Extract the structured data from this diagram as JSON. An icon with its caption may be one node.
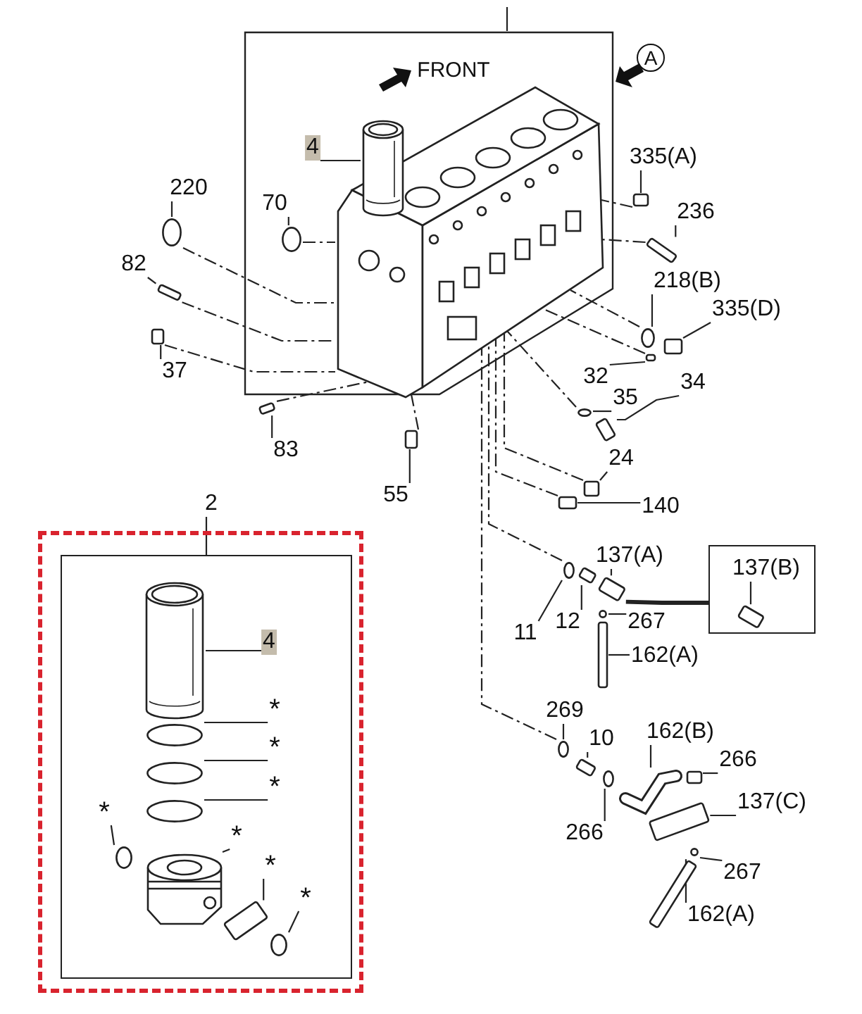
{
  "diagram": {
    "nodes": [
      {
        "text": [],
        "shape": "box"
      },
      {
        "text": [],
        "shape": "picture",
        "in": 0
      },
      {
        "text": [],
        "shape": "picture",
        "in": 0
      },
      {
        "text": [
          "4"
        ],
        "in": 0
      },
      {
        "text": [
          "335(A)"
        ]
      },
      {
        "text": [],
        "shape": "box"
      },
      {
        "text": [
          "220"
        ]
      },
      {
        "text": [],
        "shape": "circle"
      },
      {
        "text": [
          "70"
        ],
        "in": 0
      },
      {
        "text": [],
        "shape": "circle",
        "in": 0
      },
      {
        "text": [
          "236"
        ]
      },
      {
        "text": [],
        "shape": "box"
      },
      {
        "text": [
          "82"
        ]
      },
      {
        "text": [],
        "shape": "box"
      },
      {
        "text": [
          "218(B)"
        ]
      },
      {
        "text": [],
        "shape": "circle"
      },
      {
        "text": [
          "335(D)"
        ]
      },
      {
        "text": [],
        "shape": "box"
      },
      {
        "text": [
          "32"
        ]
      },
      {
        "text": [],
        "shape": "box"
      },
      {
        "text": [
          "37"
        ]
      },
      {
        "text": [],
        "shape": "box"
      },
      {
        "text": [
          "34"
        ]
      },
      {
        "text": [
          "35"
        ]
      },
      {
        "text": [],
        "shape": "circle"
      },
      {
        "text": [],
        "shape": "box"
      },
      {
        "text": [
          "83"
        ]
      },
      {
        "text": [],
        "shape": "box"
      },
      {
        "text": [
          "24"
        ]
      },
      {
        "text": [],
        "shape": "box"
      },
      {
        "text": [
          "55"
        ]
      },
      {
        "text": [],
        "shape": "box"
      },
      {
        "text": [
          "140"
        ]
      },
      {
        "text": [],
        "shape": "box"
      },
      {
        "text": [
          "2"
        ]
      },
      {
        "text": [],
        "shape": "box"
      },
      {
        "text": [],
        "shape": "box",
        "in": 35
      },
      {
        "text": [],
        "shape": "picture",
        "in": 36
      },
      {
        "text": [
          "4"
        ],
        "in": 36
      },
      {
        "text": [],
        "shape": "circle",
        "in": 36
      },
      {
        "text": [
          "*"
        ],
        "in": 36
      },
      {
        "text": [],
        "shape": "circle",
        "in": 36
      },
      {
        "text": [
          "*"
        ],
        "in": 36
      },
      {
        "text": [],
        "shape": "circle",
        "in": 36
      },
      {
        "text": [
          "*"
        ],
        "in": 36
      },
      {
        "text": [
          "*"
        ],
        "in": 36
      },
      {
        "text": [],
        "shape": "circle",
        "in": 36
      },
      {
        "text": [],
        "shape": "picture",
        "in": 36
      },
      {
        "text": [
          "*"
        ],
        "in": 36
      },
      {
        "text": [],
        "shape": "box",
        "in": 36
      },
      {
        "text": [
          "*"
        ],
        "in": 36
      },
      {
        "text": [],
        "shape": "circle",
        "in": 36
      },
      {
        "text": [
          "*"
        ],
        "in": 36
      },
      {
        "text": [
          "137(A)"
        ]
      },
      {
        "text": [],
        "shape": "box"
      },
      {
        "text": [],
        "shape": "box"
      },
      {
        "text": [
          "137(B)"
        ],
        "in": 55
      },
      {
        "text": [],
        "shape": "box",
        "in": 55
      },
      {
        "text": [
          "11"
        ]
      },
      {
        "text": [],
        "shape": "circle"
      },
      {
        "text": [
          "12"
        ]
      },
      {
        "text": [],
        "shape": "box"
      },
      {
        "text": [
          "267"
        ]
      },
      {
        "text": [],
        "shape": "circle"
      },
      {
        "text": [
          "162(A)"
        ]
      },
      {
        "text": [],
        "shape": "box"
      },
      {
        "text": [
          "269"
        ]
      },
      {
        "text": [],
        "shape": "circle"
      },
      {
        "text": [
          "10"
        ]
      },
      {
        "text": [],
        "shape": "box"
      },
      {
        "text": [
          "162(B)"
        ]
      },
      {
        "text": [],
        "shape": "picture"
      },
      {
        "text": [
          "266"
        ]
      },
      {
        "text": [],
        "shape": "box"
      },
      {
        "text": [
          "266"
        ]
      },
      {
        "text": [],
        "shape": "circle"
      },
      {
        "text": [
          "137(C)"
        ]
      },
      {
        "text": [],
        "shape": "box"
      },
      {
        "text": [
          "267"
        ]
      },
      {
        "text": [],
        "shape": "circle"
      },
      {
        "text": [
          "162(A)"
        ]
      },
      {
        "text": [],
        "shape": "box"
      }
    ],
    "edges": [
      {
        "from": 0,
        "to": null,
        "arrow": "none"
      },
      {
        "from": 3,
        "to": 2,
        "arrow": "none"
      },
      {
        "from": 4,
        "to": 5,
        "arrow": "none"
      },
      {
        "from": 6,
        "to": 7,
        "arrow": "none"
      },
      {
        "from": 8,
        "to": 9,
        "arrow": "none"
      },
      {
        "from": 10,
        "to": 11,
        "arrow": "none"
      },
      {
        "from": 12,
        "to": 13,
        "arrow": "none"
      },
      {
        "from": 14,
        "to": 15,
        "arrow": "none"
      },
      {
        "from": 16,
        "to": 17,
        "arrow": "none"
      },
      {
        "from": 18,
        "to": 19,
        "arrow": "none"
      },
      {
        "from": 20,
        "to": 21,
        "arrow": "none"
      },
      {
        "from": 22,
        "to": 25,
        "arrow": "none"
      },
      {
        "from": 23,
        "to": 24,
        "arrow": "none"
      },
      {
        "from": 26,
        "to": 27,
        "arrow": "none"
      },
      {
        "from": 28,
        "to": 29,
        "arrow": "none"
      },
      {
        "from": 30,
        "to": 31,
        "arrow": "none"
      },
      {
        "from": 32,
        "to": 33,
        "arrow": "none"
      },
      {
        "from": 34,
        "to": 36,
        "arrow": "none"
      },
      {
        "from": 38,
        "to": 37,
        "arrow": "none"
      },
      {
        "from": 40,
        "to": 39,
        "arrow": "none"
      },
      {
        "from": 42,
        "to": 41,
        "arrow": "none"
      },
      {
        "from": 44,
        "to": 43,
        "arrow": "none"
      },
      {
        "from": 45,
        "to": 46,
        "arrow": "none"
      },
      {
        "from": 48,
        "to": 47,
        "arrow": "none"
      },
      {
        "from": 50,
        "to": 49,
        "arrow": "none"
      },
      {
        "from": 52,
        "to": 51,
        "arrow": "none"
      },
      {
        "from": 53,
        "to": 54,
        "arrow": "none"
      },
      {
        "from": 56,
        "to": 57,
        "arrow": "none"
      },
      {
        "from": 58,
        "to": 59,
        "arrow": "none"
      },
      {
        "from": 60,
        "to": 61,
        "arrow": "none"
      },
      {
        "from": 62,
        "to": 63,
        "arrow": "none"
      },
      {
        "from": 64,
        "to": 65,
        "arrow": "none"
      },
      {
        "from": 66,
        "to": 67,
        "arrow": "none"
      },
      {
        "from": 68,
        "to": 69,
        "arrow": "none"
      },
      {
        "from": 70,
        "to": 71,
        "arrow": "none"
      },
      {
        "from": 72,
        "to": 73,
        "arrow": "none"
      },
      {
        "from": 74,
        "to": 75,
        "arrow": "none"
      },
      {
        "from": 76,
        "to": 77,
        "arrow": "none"
      },
      {
        "from": 78,
        "to": 79,
        "arrow": "none"
      },
      {
        "from": 80,
        "to": 81,
        "arrow": "none"
      },
      {
        "from": 7,
        "to": 1,
        "arrow": "none",
        "style": "dashed"
      },
      {
        "from": 9,
        "to": 1,
        "arrow": "none",
        "style": "dashed"
      },
      {
        "from": 13,
        "to": 1,
        "arrow": "none",
        "style": "dashed"
      },
      {
        "from": 21,
        "to": 1,
        "arrow": "none",
        "style": "dashed"
      },
      {
        "from": 27,
        "to": 1,
        "arrow": "none",
        "style": "dashed"
      },
      {
        "from": 31,
        "to": 1,
        "arrow": "none",
        "style": "dashed"
      },
      {
        "from": 5,
        "to": 1,
        "arrow": "none",
        "style": "dashed"
      },
      {
        "from": 11,
        "to": 1,
        "arrow": "none",
        "style": "dashed"
      },
      {
        "from": 15,
        "to": 1,
        "arrow": "none",
        "style": "dashed"
      },
      {
        "from": 19,
        "to": 1,
        "arrow": "none",
        "style": "dashed"
      },
      {
        "from": 24,
        "to": 1,
        "arrow": "none",
        "style": "dashed"
      },
      {
        "from": 29,
        "to": 1,
        "arrow": "none",
        "style": "dashed"
      },
      {
        "from": 33,
        "to": 1,
        "arrow": "none",
        "style": "dashed"
      },
      {
        "from": 59,
        "to": 1,
        "arrow": "none",
        "style": "dashed"
      },
      {
        "from": 67,
        "to": 1,
        "arrow": "none",
        "style": "dashed"
      },
      {
        "from": 54,
        "to": 55,
        "arrow": "none",
        "style": "thick"
      }
    ],
    "labels": [
      "FRONT",
      "A"
    ]
  }
}
